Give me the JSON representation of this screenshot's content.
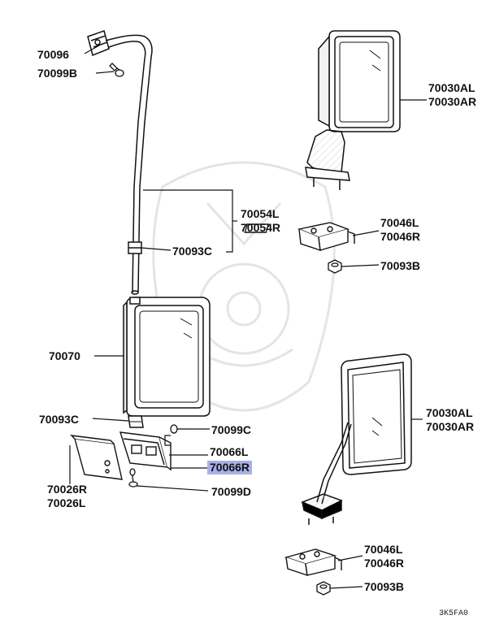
{
  "diagram": {
    "parts": [
      {
        "lines": [
          "70096"
        ]
      },
      {
        "lines": [
          "70099B"
        ]
      },
      {
        "lines": [
          "70054L",
          "70054R"
        ]
      },
      {
        "lines": [
          "70093C"
        ]
      },
      {
        "lines": [
          "70070"
        ]
      },
      {
        "lines": [
          "70093C"
        ]
      },
      {
        "lines": [
          "70099C"
        ]
      },
      {
        "lines": [
          "70066L"
        ]
      },
      {
        "lines": [
          "70066R"
        ],
        "highlighted": true
      },
      {
        "lines": [
          "70026R",
          "70026L"
        ]
      },
      {
        "lines": [
          "70099D"
        ]
      },
      {
        "lines": [
          "70030AL",
          "70030AR"
        ]
      },
      {
        "lines": [
          "70046L",
          "70046R"
        ]
      },
      {
        "lines": [
          "70093B"
        ]
      },
      {
        "lines": [
          "70030AL",
          "70030AR"
        ]
      },
      {
        "lines": [
          "70046L",
          "70046R"
        ]
      },
      {
        "lines": [
          "70093B"
        ]
      }
    ],
    "drawing_code": "3K5FA0",
    "highlight_color": "#aab0e6"
  }
}
